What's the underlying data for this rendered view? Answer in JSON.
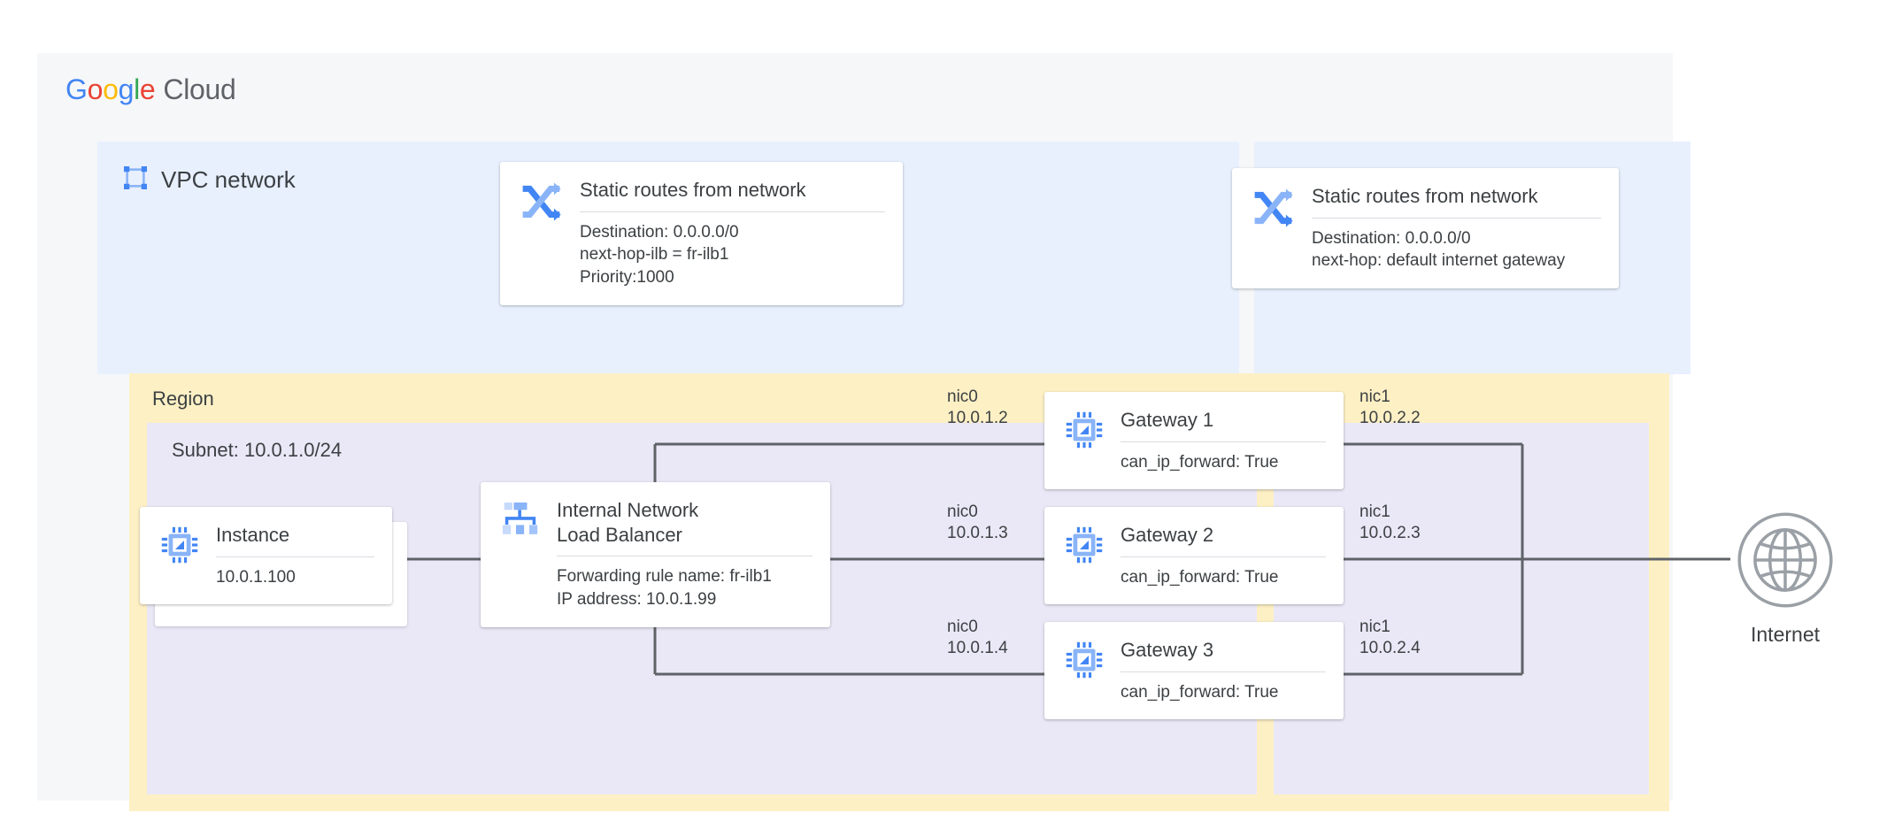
{
  "brand": {
    "google": [
      "G",
      "o",
      "o",
      "g",
      "l",
      "e"
    ],
    "cloud": "Cloud"
  },
  "vpc": {
    "label": "VPC network",
    "icon": "vpc-network-icon"
  },
  "region": {
    "label": "Region"
  },
  "subnet": {
    "label": "Subnet: 10.0.1.0/24"
  },
  "routes": {
    "left": {
      "title": "Static routes from network",
      "icon": "static-routes-icon",
      "lines": [
        "Destination: 0.0.0.0/0",
        "next-hop-ilb = fr-ilb1",
        "Priority:1000"
      ]
    },
    "right": {
      "title": "Static routes from network",
      "icon": "static-routes-icon",
      "lines": [
        "Destination: 0.0.0.0/0",
        "next-hop: default internet gateway"
      ]
    }
  },
  "instance": {
    "title": "Instance",
    "icon": "compute-instance-icon",
    "ip": "10.0.1.100"
  },
  "load_balancer": {
    "title": "Internal Network",
    "subtitle": "Load Balancer",
    "icon": "load-balancer-icon",
    "lines": [
      "Forwarding rule name: fr-ilb1",
      "IP address: 10.0.1.99"
    ]
  },
  "gateways": [
    {
      "title": "Gateway 1",
      "icon": "compute-instance-icon",
      "detail": "can_ip_forward: True",
      "nic0_name": "nic0",
      "nic0_ip": "10.0.1.2",
      "nic1_name": "nic1",
      "nic1_ip": "10.0.2.2"
    },
    {
      "title": "Gateway 2",
      "icon": "compute-instance-icon",
      "detail": "can_ip_forward: True",
      "nic0_name": "nic0",
      "nic0_ip": "10.0.1.3",
      "nic1_name": "nic1",
      "nic1_ip": "10.0.2.3"
    },
    {
      "title": "Gateway 3",
      "icon": "compute-instance-icon",
      "detail": "can_ip_forward: True",
      "nic0_name": "nic0",
      "nic0_ip": "10.0.1.4",
      "nic1_name": "nic1",
      "nic1_ip": "10.0.2.4"
    }
  ],
  "internet": {
    "label": "Internet",
    "icon": "globe-icon"
  },
  "colors": {
    "canvas": "#f6f7f8",
    "vpc_panel": "#e8f0fe",
    "region_band": "#fdf0c4",
    "subnet_panel": "#eae8f6",
    "card": "#ffffff",
    "wire": "#5f6368",
    "icon_blue_dark": "#4285f4",
    "icon_blue_light": "#a3c4fb",
    "text": "#3c4043"
  }
}
